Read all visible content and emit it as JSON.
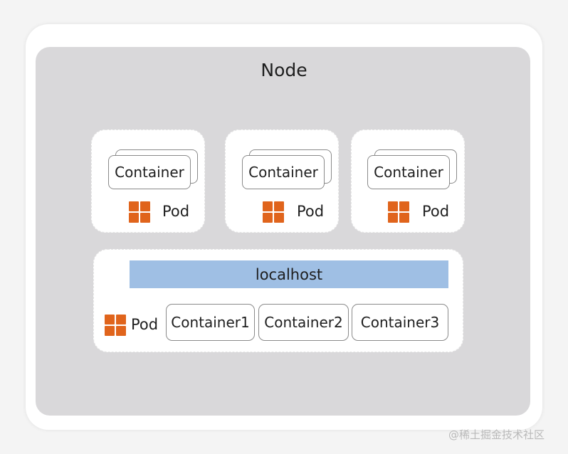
{
  "node": {
    "title": "Node"
  },
  "pods": [
    {
      "container_label": "Container",
      "pod_label": "Pod"
    },
    {
      "container_label": "Container",
      "pod_label": "Pod"
    },
    {
      "container_label": "Container",
      "pod_label": "Pod"
    }
  ],
  "shared_pod": {
    "network_label": "localhost",
    "pod_label": "Pod",
    "containers": [
      "Container1",
      "Container2",
      "Container3"
    ]
  },
  "colors": {
    "pod_icon": "#e0641c",
    "localhost_bar": "#9fbfe4",
    "node_background": "#d9d8da"
  },
  "icons": {
    "pod": "pod-icon"
  },
  "watermark": "@稀土掘金技术社区"
}
